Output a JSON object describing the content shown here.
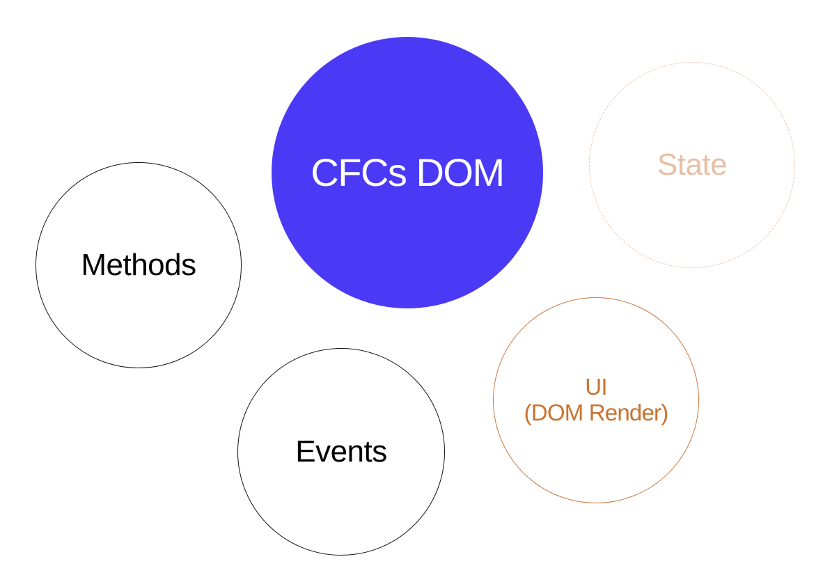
{
  "diagram": {
    "nodes": {
      "core": {
        "label": "CFCs DOM",
        "color": "#4a3af5",
        "text_color": "#ffffff",
        "style": "filled"
      },
      "state": {
        "label": "State",
        "color": "#ebc6ad",
        "text_color": "#e8bfa4",
        "style": "dashed-outline"
      },
      "methods": {
        "label": "Methods",
        "color": "#111111",
        "text_color": "#000000",
        "style": "outline"
      },
      "events": {
        "label": "Events",
        "color": "#111111",
        "text_color": "#000000",
        "style": "outline"
      },
      "ui": {
        "label_line1": "UI",
        "label_line2": "(DOM Render)",
        "color": "#c9783d",
        "text_color": "#c9722f",
        "style": "outline"
      }
    }
  }
}
